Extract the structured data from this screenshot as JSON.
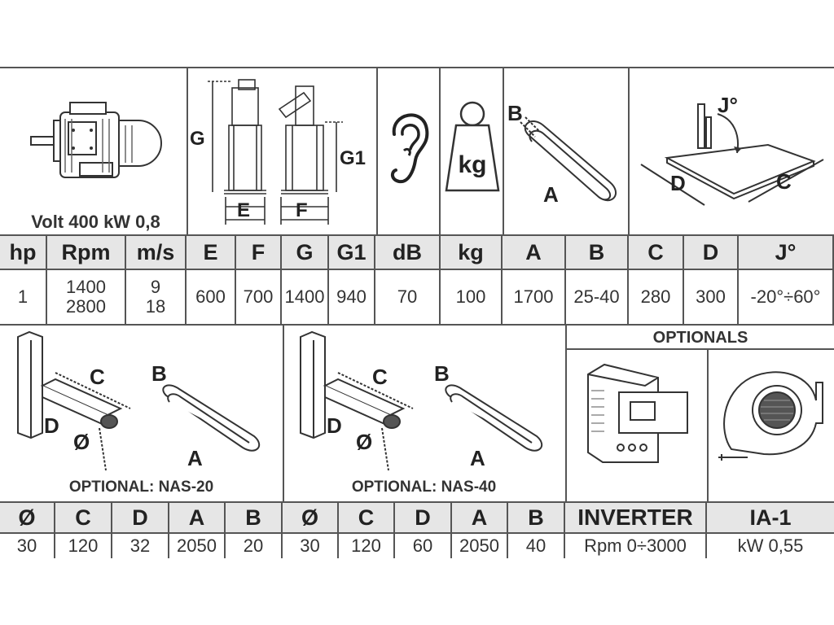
{
  "top": {
    "motor_caption": "Volt 400 kW 0,8",
    "dim_labels": {
      "G": "G",
      "G1": "G1",
      "E": "E",
      "F": "F"
    },
    "weight_symbol": "kg",
    "belt_labels": {
      "B": "B",
      "A": "A"
    },
    "table_labels": {
      "J": "J°",
      "D": "D",
      "C": "C"
    }
  },
  "specs": {
    "headers": [
      "hp",
      "Rpm",
      "m/s",
      "E",
      "F",
      "G",
      "G1",
      "dB",
      "kg",
      "A",
      "B",
      "C",
      "D",
      "J°"
    ],
    "values": [
      [
        "1"
      ],
      [
        "1400",
        "2800"
      ],
      [
        "9",
        "18"
      ],
      [
        "600"
      ],
      [
        "700"
      ],
      [
        "1400"
      ],
      [
        "940"
      ],
      [
        "70"
      ],
      [
        "100"
      ],
      [
        "1700"
      ],
      [
        "25-40"
      ],
      [
        "280"
      ],
      [
        "300"
      ],
      [
        "-20°÷60°"
      ]
    ]
  },
  "nas20": {
    "caption": "OPTIONAL: NAS-20",
    "labels": {
      "C": "C",
      "B": "B",
      "D": "D",
      "O": "Ø",
      "A": "A"
    },
    "headers": [
      "Ø",
      "C",
      "D",
      "A",
      "B"
    ],
    "values": [
      "30",
      "120",
      "32",
      "2050",
      "20"
    ]
  },
  "nas40": {
    "caption": "OPTIONAL: NAS-40",
    "labels": {
      "C": "C",
      "B": "B",
      "D": "D",
      "O": "Ø",
      "A": "A"
    },
    "headers": [
      "Ø",
      "C",
      "D",
      "A",
      "B"
    ],
    "values": [
      "30",
      "120",
      "60",
      "2050",
      "40"
    ]
  },
  "optionals": {
    "title": "OPTIONALS",
    "inverter": {
      "header": "INVERTER",
      "value": "Rpm 0÷3000"
    },
    "ia1": {
      "header": "IA-1",
      "value": "kW 0,55"
    }
  }
}
